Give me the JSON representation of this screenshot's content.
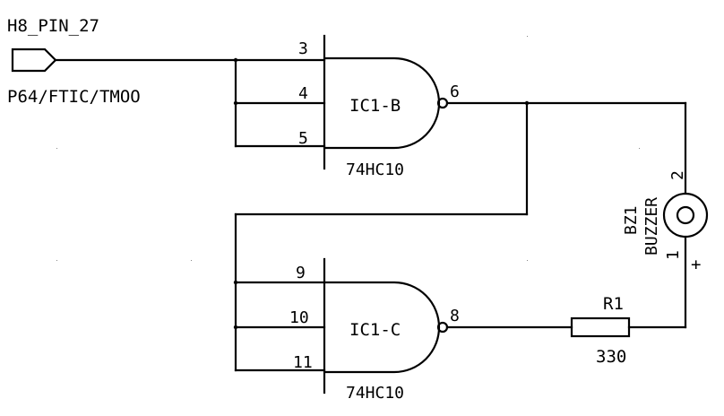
{
  "net": {
    "port_name": "H8_PIN_27",
    "port_signal": "P64/FTIC/TMOO"
  },
  "gate_b": {
    "ref": "IC1-B",
    "part": "74HC10",
    "pins": [
      "3",
      "4",
      "5"
    ],
    "out_pin": "6"
  },
  "gate_c": {
    "ref": "IC1-C",
    "part": "74HC10",
    "pins": [
      "9",
      "10",
      "11"
    ],
    "out_pin": "8"
  },
  "resistor": {
    "ref": "R1",
    "value": "330"
  },
  "buzzer": {
    "ref": "BZ1",
    "type": "BUZZER",
    "pin_top": "2",
    "pin_bottom": "1",
    "polarity": "+"
  }
}
